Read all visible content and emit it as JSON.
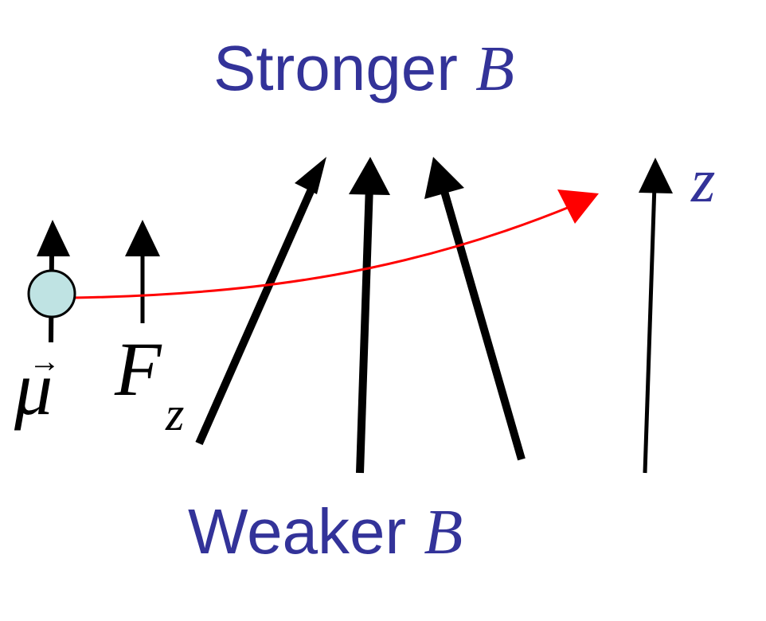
{
  "labels": {
    "top_word": "Stronger",
    "top_symbol": "B",
    "bottom_word": "Weaker",
    "bottom_symbol": "B",
    "axis": "z",
    "moment_symbol": "μ",
    "moment_vector_mark": "→",
    "force_symbol": "F",
    "force_subscript": "z"
  },
  "colors": {
    "label_blue": "#333399",
    "trajectory": "#ff0000",
    "particle_fill": "#bfe3e3",
    "arrows": "#000000"
  }
}
